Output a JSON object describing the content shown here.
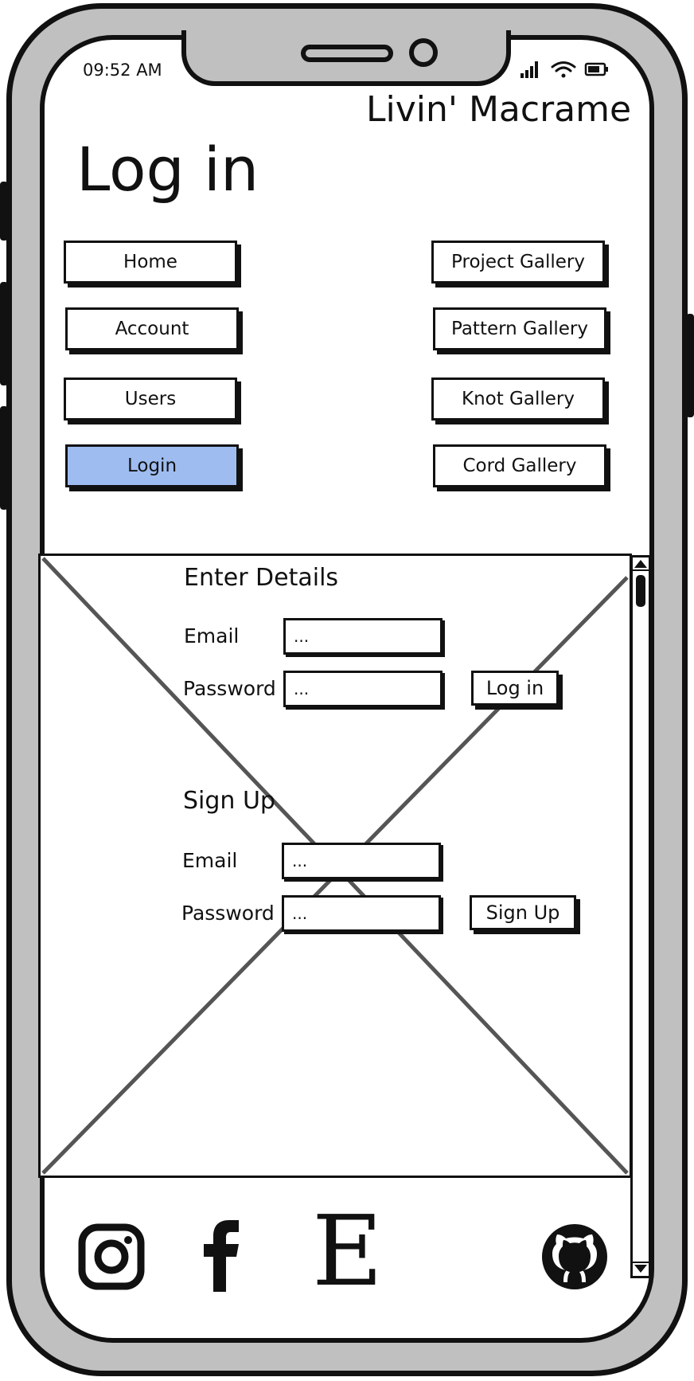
{
  "status_bar": {
    "time": "09:52 AM"
  },
  "header": {
    "brand": "Livin' Macrame",
    "page_title": "Log in"
  },
  "nav": {
    "left": [
      {
        "label": "Home"
      },
      {
        "label": "Account"
      },
      {
        "label": "Users"
      },
      {
        "label": "Login",
        "active": true
      }
    ],
    "right": [
      {
        "label": "Project Gallery"
      },
      {
        "label": "Pattern Gallery"
      },
      {
        "label": "Knot Gallery"
      },
      {
        "label": "Cord Gallery"
      }
    ]
  },
  "login_form": {
    "heading": "Enter Details",
    "email_label": "Email",
    "email_value": "...",
    "password_label": "Password",
    "password_value": "...",
    "submit_label": "Log in"
  },
  "signup_form": {
    "heading": "Sign Up",
    "email_label": "Email",
    "email_value": "...",
    "password_label": "Password",
    "password_value": "...",
    "submit_label": "Sign Up"
  },
  "footer": {
    "icons": [
      "instagram-icon",
      "facebook-icon",
      "etsy-icon",
      "github-icon"
    ],
    "etsy_letter": "E"
  },
  "colors": {
    "active_nav": "#9ebcf0",
    "shell": "#c0c0c0",
    "ink": "#111111"
  }
}
